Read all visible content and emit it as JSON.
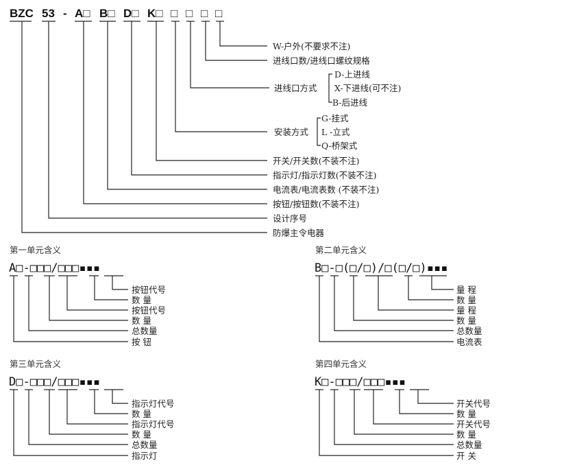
{
  "model_code": {
    "parts": [
      "BZC",
      "53",
      "-",
      "A□",
      "B□",
      "D□",
      "K□",
      "□",
      "□",
      "□",
      "□"
    ]
  },
  "main_labels": {
    "outdoor": "W-户外(不要求不注)",
    "inlet_count": "进线口数/进线口螺纹规格",
    "inlet_mode": "进线口方式",
    "inlet_options": [
      "D-上进线",
      "X-下进线(可不注)",
      "B-后进线"
    ],
    "mounting": "安装方式",
    "mounting_options": [
      "G-挂式",
      "L -立式",
      "Q-桥架式"
    ],
    "switch": "开关/开关数(不装不注)",
    "indicator": "指示灯/指示灯数(不装不注)",
    "ammeter": "电流表/电流表数 (不装不注)",
    "button": "按钮/按钮数(不装不注)",
    "design_no": "设计序号",
    "product": "防爆主令电器"
  },
  "units": [
    {
      "title": "第一单元含义",
      "code": "A□-□□□/□□□▪▪▪",
      "labels": [
        "按钮代号",
        "数  量",
        "按钮代号",
        "数  量",
        "总数量",
        "按  钮"
      ]
    },
    {
      "title": "第二单元含义",
      "code": "B□-□(□/□)/□(□/□)▪▪▪",
      "labels": [
        "量  程",
        "数  量",
        "量  程",
        "数  量",
        "总数量",
        "电流表"
      ]
    },
    {
      "title": "第三单元含义",
      "code": "D□-□□□/□□□▪▪▪",
      "labels": [
        "指示灯代号",
        "数  量",
        "指示灯代号",
        "数  量",
        "总数量",
        "指示灯"
      ]
    },
    {
      "title": "第四单元含义",
      "code": "K□-□□□/□□□▪▪▪",
      "labels": [
        "开关代号",
        "数  量",
        "开关代号",
        "数  量",
        "总数量",
        "开  关"
      ]
    }
  ]
}
